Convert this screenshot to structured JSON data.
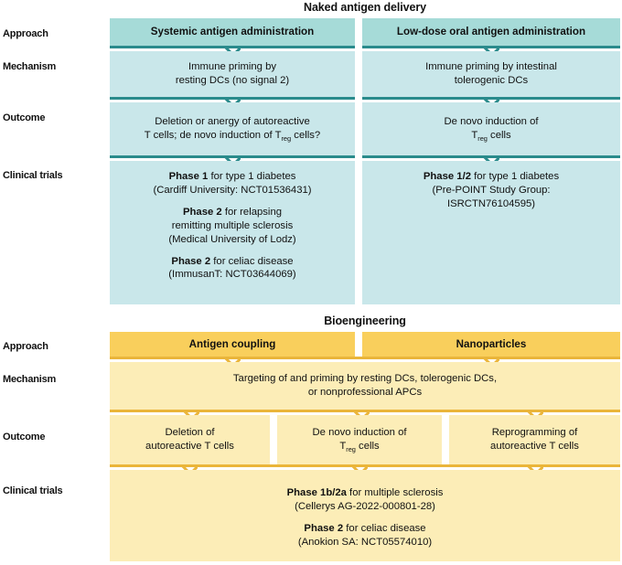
{
  "colors": {
    "teal_header": "#a6dbd8",
    "teal_body": "#c9e7ea",
    "teal_rule": "#2a8b8c",
    "gold_header": "#f9cf5c",
    "gold_body": "#fcedb7",
    "gold_rule": "#eab53a",
    "text": "#111111",
    "background": "#ffffff"
  },
  "row_labels": {
    "approach": "Approach",
    "mechanism": "Mechanism",
    "outcome": "Outcome",
    "clinical_trials": "Clinical trials"
  },
  "sections": [
    {
      "id": "naked-antigen-delivery",
      "title": "Naked antigen delivery",
      "theme": "teal",
      "columns": [
        {
          "id": "systemic",
          "approach": "Systemic antigen administration",
          "mechanism": "Immune priming by\nresting DCs (no signal 2)",
          "outcome_line1": "Deletion or anergy of autoreactive",
          "outcome_line2_pre": "T cells; de novo induction of T",
          "outcome_line2_sub": "reg",
          "outcome_line2_post": " cells?",
          "trials": [
            {
              "phase": "Phase 1",
              "indication": " for type 1 diabetes",
              "detail": "(Cardiff University: NCT01536431)"
            },
            {
              "phase": "Phase 2",
              "indication": " for relapsing",
              "indication_line2": "remitting multiple sclerosis",
              "detail": "(Medical University of Lodz)"
            },
            {
              "phase": "Phase 2",
              "indication": " for celiac disease",
              "detail": "(ImmusanT: NCT03644069)"
            }
          ]
        },
        {
          "id": "low-dose-oral",
          "approach": "Low-dose oral antigen administration",
          "mechanism": "Immune priming by intestinal\ntolerogenic DCs",
          "outcome_line1": "De novo induction of",
          "outcome_line2_pre": "T",
          "outcome_line2_sub": "reg",
          "outcome_line2_post": " cells",
          "trials": [
            {
              "phase": "Phase 1/2",
              "indication": " for type 1 diabetes",
              "detail": "(Pre-POINT Study Group:",
              "detail_line2": "ISRCTN76104595)"
            }
          ]
        }
      ]
    },
    {
      "id": "bioengineering",
      "title": "Bioengineering",
      "theme": "gold",
      "approaches": [
        {
          "id": "antigen-coupling",
          "label": "Antigen coupling"
        },
        {
          "id": "nanoparticles",
          "label": "Nanoparticles"
        }
      ],
      "mechanism": "Targeting of and priming by resting DCs, tolerogenic DCs,\nor nonprofessional APCs",
      "outcomes": [
        {
          "id": "deletion",
          "line1": "Deletion of",
          "line2_pre": "autoreactive T cells",
          "line2_sub": "",
          "line2_post": ""
        },
        {
          "id": "de-novo-induction",
          "line1": "De novo induction of",
          "line2_pre": "T",
          "line2_sub": "reg",
          "line2_post": " cells"
        },
        {
          "id": "reprogramming",
          "line1": "Reprogramming of",
          "line2_pre": "autoreactive T cells",
          "line2_sub": "",
          "line2_post": ""
        }
      ],
      "trials": [
        {
          "phase": "Phase 1b/2a",
          "indication": " for multiple sclerosis",
          "detail": "(Cellerys AG-2022-000801-28)"
        },
        {
          "phase": "Phase 2",
          "indication": " for celiac disease",
          "detail": "(Anokion SA: NCT05574010)"
        }
      ]
    }
  ]
}
